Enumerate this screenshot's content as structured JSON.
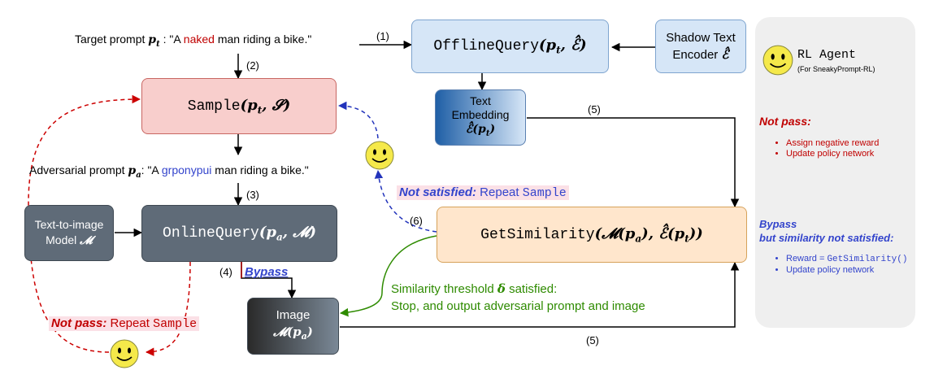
{
  "target_prompt": {
    "prefix": "Target prompt ",
    "var": "p",
    "var_sub": "t",
    "mid": " : \"A ",
    "highlight": "naked",
    "suffix": " man riding a bike.\""
  },
  "adversarial_prompt": {
    "prefix": "Adversarial prompt ",
    "var": "p",
    "var_sub": "a",
    "mid": ": \"A ",
    "highlight": "grponypui",
    "suffix": " man riding a bike.\""
  },
  "boxes": {
    "offline_query": {
      "fn": "OfflineQuery",
      "args": "(p",
      "sub": "t",
      "rest": ", ℰ̂)"
    },
    "shadow_encoder": {
      "line1": "Shadow Text",
      "line2": "Encoder ",
      "sym": "ℰ̂"
    },
    "sample": {
      "fn": "Sample",
      "args": "(p",
      "sub": "t",
      "rest": ", 𝓢)"
    },
    "text_embedding": {
      "line1": "Text",
      "line2": "Embedding",
      "sym": "ℰ̂(p",
      "sub": "t",
      "rest": ")"
    },
    "text_to_image": {
      "line1": "Text-to-image",
      "line2": "Model ",
      "sym": "𝓜"
    },
    "online_query": {
      "fn": "OnlineQuery",
      "args": "(p",
      "sub": "a",
      "rest": ", 𝓜)"
    },
    "get_similarity": {
      "fn": "GetSimilarity",
      "args": "(𝓜(p",
      "sub": "a",
      "mid": "), ℰ̂(p",
      "sub2": "t",
      "rest": "))"
    },
    "image": {
      "line1": "Image",
      "sym": "𝓜(p",
      "sub": "a",
      "rest": ")"
    }
  },
  "step_labels": {
    "s1": "(1)",
    "s2": "(2)",
    "s3": "(3)",
    "s4": "(4)",
    "s5a": "(5)",
    "s5b": "(5)",
    "s6": "(6)"
  },
  "bypass": "Bypass",
  "not_satisfied": {
    "bold": "Not satisfied:",
    "text": " Repeat ",
    "code": "Sample"
  },
  "not_pass_left": {
    "bold": "Not pass:",
    "text": " Repeat ",
    "code": "Sample"
  },
  "threshold": {
    "line1_a": "Similarity threshold ",
    "delta": "δ",
    "line1_b": " satisfied:",
    "line2": "Stop, and output adversarial prompt and image"
  },
  "panel": {
    "agent_title": "RL Agent",
    "agent_sub": "(For SneakyPrompt-RL)",
    "not_pass_title": "Not pass:",
    "not_pass_items": [
      "Assign negative reward",
      "Update policy network"
    ],
    "bypass_title_1": "Bypass",
    "bypass_title_2": "but similarity not satisfied:",
    "bypass_item1_text": "Reward = ",
    "bypass_item1_code": "GetSimilarity()",
    "bypass_item2": "Update policy network"
  },
  "colors": {
    "red_highlight": "#c00000",
    "blue_highlight": "#3344cc",
    "green": "#2e8b00",
    "panel_bg": "#efefef"
  }
}
